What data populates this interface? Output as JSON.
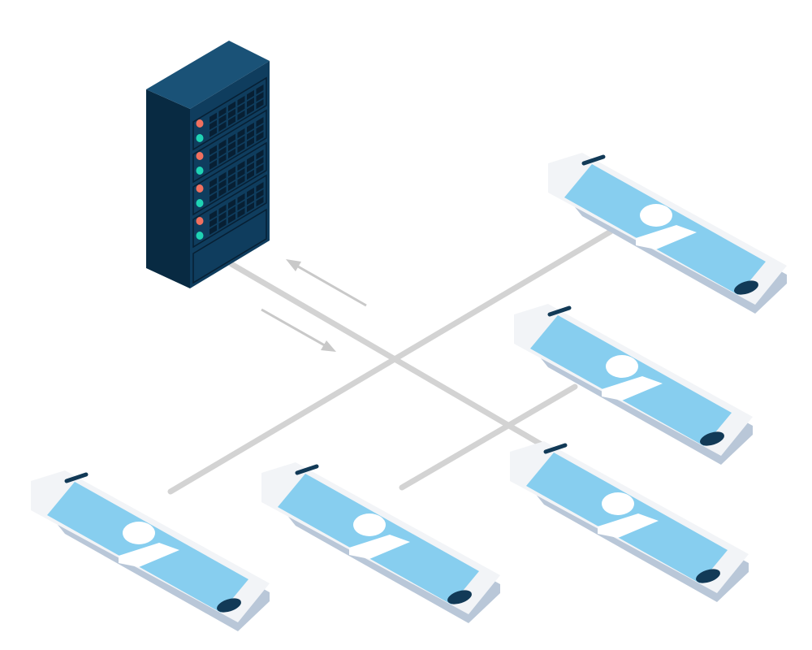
{
  "diagram": {
    "type": "isometric network illustration",
    "nodes": [
      {
        "id": "server",
        "kind": "server-rack",
        "server_units": 4
      },
      {
        "id": "phone-top-right",
        "kind": "smartphone",
        "screen_icon": "user-avatar-icon"
      },
      {
        "id": "phone-middle-right",
        "kind": "smartphone",
        "screen_icon": "user-avatar-icon"
      },
      {
        "id": "phone-bottom-right",
        "kind": "smartphone",
        "screen_icon": "user-avatar-icon"
      },
      {
        "id": "phone-bottom-middle",
        "kind": "smartphone",
        "screen_icon": "user-avatar-icon"
      },
      {
        "id": "phone-bottom-left",
        "kind": "smartphone",
        "screen_icon": "user-avatar-icon"
      }
    ],
    "links": [
      {
        "from": "server",
        "to": "phone-bottom-right"
      },
      {
        "from": "phone-top-right",
        "to": "phone-bottom-left"
      },
      {
        "from": "phone-middle-right",
        "to": "phone-bottom-middle"
      }
    ],
    "flow_arrows": [
      {
        "direction": "toward-server"
      },
      {
        "direction": "toward-clients"
      }
    ]
  },
  "colors": {
    "connector": "#d3d3d3",
    "arrow": "#c9c9c9",
    "server_front": "#0f3d5e",
    "server_side": "#082a42",
    "server_top": "#1a5277",
    "server_grid": "#071f33",
    "led_red": "#f0705f",
    "led_teal": "#1fd3b4",
    "phone_body": "#f2f4f7",
    "phone_edge": "#b9c7d8",
    "phone_screen": "#87ceef",
    "phone_detail": "#123a57",
    "avatar": "#ffffff"
  }
}
